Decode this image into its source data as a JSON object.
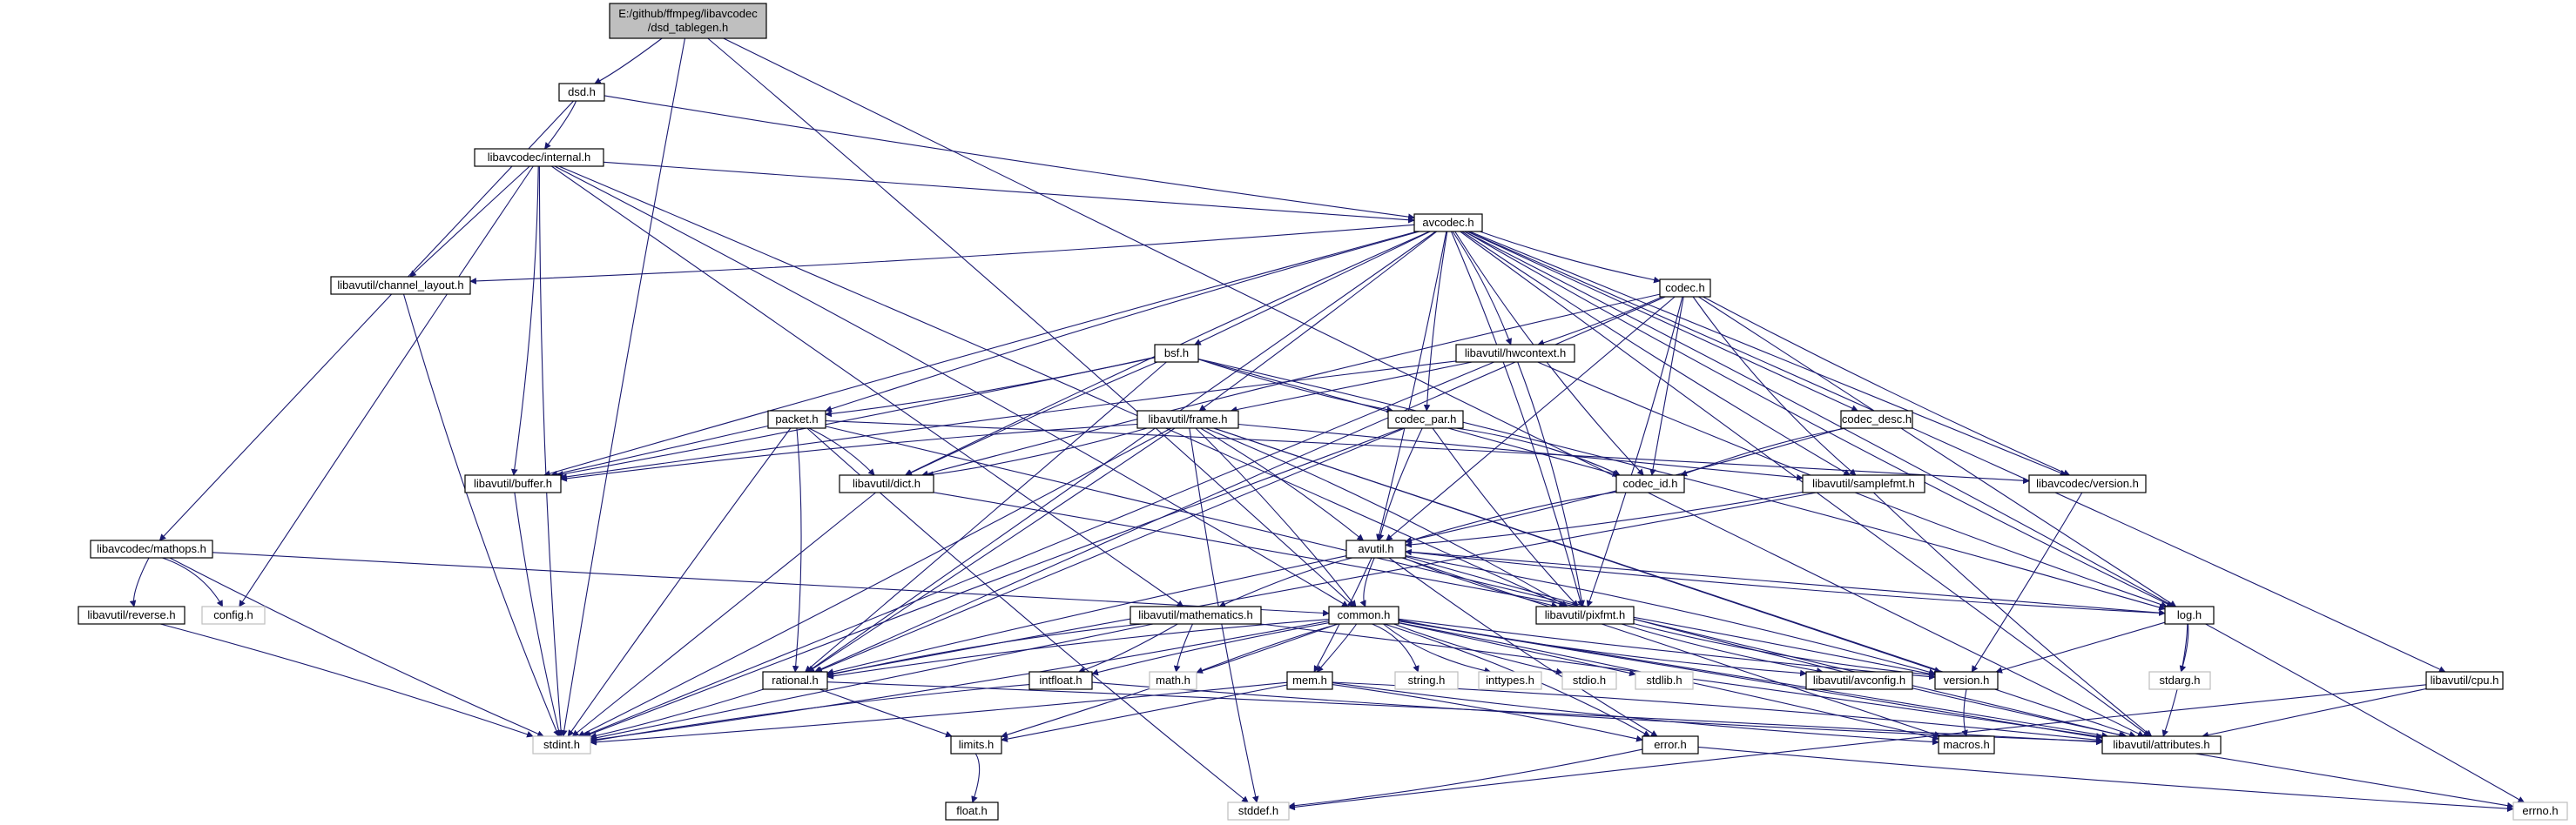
{
  "graph": {
    "nodes": [
      {
        "id": "root",
        "lines": [
          "E:/github/ffmpeg/libavcodec",
          "/dsd_tablegen.h"
        ],
        "kind": "root"
      },
      {
        "id": "dsd",
        "lines": [
          "dsd.h"
        ],
        "kind": "doc"
      },
      {
        "id": "internal",
        "lines": [
          "libavcodec/internal.h"
        ],
        "kind": "doc"
      },
      {
        "id": "avcodec",
        "lines": [
          "avcodec.h"
        ],
        "kind": "doc"
      },
      {
        "id": "channel_layout",
        "lines": [
          "libavutil/channel_layout.h"
        ],
        "kind": "doc"
      },
      {
        "id": "codec",
        "lines": [
          "codec.h"
        ],
        "kind": "doc"
      },
      {
        "id": "bsf",
        "lines": [
          "bsf.h"
        ],
        "kind": "doc"
      },
      {
        "id": "hwcontext",
        "lines": [
          "libavutil/hwcontext.h"
        ],
        "kind": "doc"
      },
      {
        "id": "packet",
        "lines": [
          "packet.h"
        ],
        "kind": "doc"
      },
      {
        "id": "frame",
        "lines": [
          "libavutil/frame.h"
        ],
        "kind": "doc"
      },
      {
        "id": "codec_par",
        "lines": [
          "codec_par.h"
        ],
        "kind": "doc"
      },
      {
        "id": "codec_desc",
        "lines": [
          "codec_desc.h"
        ],
        "kind": "doc"
      },
      {
        "id": "buffer",
        "lines": [
          "libavutil/buffer.h"
        ],
        "kind": "doc"
      },
      {
        "id": "dict",
        "lines": [
          "libavutil/dict.h"
        ],
        "kind": "doc"
      },
      {
        "id": "codec_id",
        "lines": [
          "codec_id.h"
        ],
        "kind": "doc"
      },
      {
        "id": "samplefmt",
        "lines": [
          "libavutil/samplefmt.h"
        ],
        "kind": "doc"
      },
      {
        "id": "version_codec",
        "lines": [
          "libavcodec/version.h"
        ],
        "kind": "doc"
      },
      {
        "id": "mathops",
        "lines": [
          "libavcodec/mathops.h"
        ],
        "kind": "doc"
      },
      {
        "id": "config",
        "lines": [
          "config.h"
        ],
        "kind": "sys"
      },
      {
        "id": "avutil",
        "lines": [
          "avutil.h"
        ],
        "kind": "doc"
      },
      {
        "id": "reverse",
        "lines": [
          "libavutil/reverse.h"
        ],
        "kind": "doc"
      },
      {
        "id": "mathematics",
        "lines": [
          "libavutil/mathematics.h"
        ],
        "kind": "doc"
      },
      {
        "id": "common",
        "lines": [
          "common.h"
        ],
        "kind": "doc"
      },
      {
        "id": "pixfmt",
        "lines": [
          "libavutil/pixfmt.h"
        ],
        "kind": "doc"
      },
      {
        "id": "log",
        "lines": [
          "log.h"
        ],
        "kind": "doc"
      },
      {
        "id": "rational",
        "lines": [
          "rational.h"
        ],
        "kind": "doc"
      },
      {
        "id": "intfloat",
        "lines": [
          "intfloat.h"
        ],
        "kind": "doc"
      },
      {
        "id": "math",
        "lines": [
          "math.h"
        ],
        "kind": "sys"
      },
      {
        "id": "mem",
        "lines": [
          "mem.h"
        ],
        "kind": "doc"
      },
      {
        "id": "string",
        "lines": [
          "string.h"
        ],
        "kind": "sys"
      },
      {
        "id": "inttypes",
        "lines": [
          "inttypes.h"
        ],
        "kind": "sys"
      },
      {
        "id": "stdio",
        "lines": [
          "stdio.h"
        ],
        "kind": "sys"
      },
      {
        "id": "stdlib",
        "lines": [
          "stdlib.h"
        ],
        "kind": "sys"
      },
      {
        "id": "avconfig",
        "lines": [
          "libavutil/avconfig.h"
        ],
        "kind": "doc"
      },
      {
        "id": "version",
        "lines": [
          "version.h"
        ],
        "kind": "doc"
      },
      {
        "id": "stdarg",
        "lines": [
          "stdarg.h"
        ],
        "kind": "sys"
      },
      {
        "id": "cpu",
        "lines": [
          "libavutil/cpu.h"
        ],
        "kind": "doc"
      },
      {
        "id": "stdint",
        "lines": [
          "stdint.h"
        ],
        "kind": "sys"
      },
      {
        "id": "limits",
        "lines": [
          "limits.h"
        ],
        "kind": "doc"
      },
      {
        "id": "error",
        "lines": [
          "error.h"
        ],
        "kind": "doc"
      },
      {
        "id": "macros",
        "lines": [
          "macros.h"
        ],
        "kind": "doc"
      },
      {
        "id": "attributes",
        "lines": [
          "libavutil/attributes.h"
        ],
        "kind": "doc"
      },
      {
        "id": "float",
        "lines": [
          "float.h"
        ],
        "kind": "doc"
      },
      {
        "id": "stddef",
        "lines": [
          "stddef.h"
        ],
        "kind": "sys"
      },
      {
        "id": "errno",
        "lines": [
          "errno.h"
        ],
        "kind": "sys"
      }
    ],
    "edges": [
      [
        "root",
        "dsd"
      ],
      [
        "root",
        "stdint"
      ],
      [
        "root",
        "attributes"
      ],
      [
        "root",
        "common"
      ],
      [
        "dsd",
        "internal"
      ],
      [
        "dsd",
        "mathops"
      ],
      [
        "dsd",
        "avcodec"
      ],
      [
        "internal",
        "avcodec"
      ],
      [
        "internal",
        "channel_layout"
      ],
      [
        "internal",
        "buffer"
      ],
      [
        "internal",
        "stdint"
      ],
      [
        "internal",
        "config"
      ],
      [
        "internal",
        "mathematics"
      ],
      [
        "internal",
        "pixfmt"
      ],
      [
        "internal",
        "common"
      ],
      [
        "avcodec",
        "channel_layout"
      ],
      [
        "avcodec",
        "codec"
      ],
      [
        "avcodec",
        "bsf"
      ],
      [
        "avcodec",
        "hwcontext"
      ],
      [
        "avcodec",
        "packet"
      ],
      [
        "avcodec",
        "frame"
      ],
      [
        "avcodec",
        "codec_par"
      ],
      [
        "avcodec",
        "codec_desc"
      ],
      [
        "avcodec",
        "buffer"
      ],
      [
        "avcodec",
        "dict"
      ],
      [
        "avcodec",
        "codec_id"
      ],
      [
        "avcodec",
        "samplefmt"
      ],
      [
        "avcodec",
        "version_codec"
      ],
      [
        "avcodec",
        "avutil"
      ],
      [
        "avcodec",
        "pixfmt"
      ],
      [
        "avcodec",
        "log"
      ],
      [
        "avcodec",
        "rational"
      ],
      [
        "avcodec",
        "attributes"
      ],
      [
        "avcodec",
        "cpu"
      ],
      [
        "avcodec",
        "errno"
      ],
      [
        "channel_layout",
        "stdint"
      ],
      [
        "codec",
        "hwcontext"
      ],
      [
        "codec",
        "codec_id"
      ],
      [
        "codec",
        "avutil"
      ],
      [
        "codec",
        "pixfmt"
      ],
      [
        "codec",
        "samplefmt"
      ],
      [
        "codec",
        "version_codec"
      ],
      [
        "codec",
        "log"
      ],
      [
        "codec",
        "rational"
      ],
      [
        "codec",
        "dict"
      ],
      [
        "bsf",
        "packet"
      ],
      [
        "bsf",
        "codec_par"
      ],
      [
        "bsf",
        "codec_id"
      ],
      [
        "bsf",
        "dict"
      ],
      [
        "bsf",
        "log"
      ],
      [
        "bsf",
        "rational"
      ],
      [
        "bsf",
        "buffer"
      ],
      [
        "hwcontext",
        "frame"
      ],
      [
        "hwcontext",
        "buffer"
      ],
      [
        "hwcontext",
        "pixfmt"
      ],
      [
        "hwcontext",
        "log"
      ],
      [
        "hwcontext",
        "stdint"
      ],
      [
        "packet",
        "buffer"
      ],
      [
        "packet",
        "dict"
      ],
      [
        "packet",
        "rational"
      ],
      [
        "packet",
        "stdint"
      ],
      [
        "packet",
        "stddef"
      ],
      [
        "packet",
        "attributes"
      ],
      [
        "packet",
        "version_codec"
      ],
      [
        "frame",
        "buffer"
      ],
      [
        "frame",
        "dict"
      ],
      [
        "frame",
        "rational"
      ],
      [
        "frame",
        "samplefmt"
      ],
      [
        "frame",
        "avutil"
      ],
      [
        "frame",
        "pixfmt"
      ],
      [
        "frame",
        "stdint"
      ],
      [
        "frame",
        "stddef"
      ],
      [
        "frame",
        "version"
      ],
      [
        "frame",
        "common"
      ],
      [
        "codec_par",
        "codec_id"
      ],
      [
        "codec_par",
        "avutil"
      ],
      [
        "codec_par",
        "pixfmt"
      ],
      [
        "codec_par",
        "rational"
      ],
      [
        "codec_par",
        "stdint"
      ],
      [
        "codec_desc",
        "codec_id"
      ],
      [
        "codec_desc",
        "avutil"
      ],
      [
        "buffer",
        "stdint"
      ],
      [
        "dict",
        "stdint"
      ],
      [
        "dict",
        "version"
      ],
      [
        "codec_id",
        "avutil"
      ],
      [
        "samplefmt",
        "avutil"
      ],
      [
        "samplefmt",
        "attributes"
      ],
      [
        "samplefmt",
        "rational"
      ],
      [
        "version_codec",
        "version"
      ],
      [
        "mathops",
        "config"
      ],
      [
        "mathops",
        "reverse"
      ],
      [
        "mathops",
        "stdint"
      ],
      [
        "mathops",
        "common"
      ],
      [
        "reverse",
        "stdint"
      ],
      [
        "avutil",
        "mathematics"
      ],
      [
        "avutil",
        "common"
      ],
      [
        "avutil",
        "pixfmt"
      ],
      [
        "avutil",
        "log"
      ],
      [
        "avutil",
        "rational"
      ],
      [
        "avutil",
        "version"
      ],
      [
        "avutil",
        "attributes"
      ],
      [
        "avutil",
        "error"
      ],
      [
        "avutil",
        "macros"
      ],
      [
        "avutil",
        "mem"
      ],
      [
        "mathematics",
        "rational"
      ],
      [
        "mathematics",
        "intfloat"
      ],
      [
        "mathematics",
        "math"
      ],
      [
        "mathematics",
        "stdint"
      ],
      [
        "mathematics",
        "attributes"
      ],
      [
        "common",
        "string"
      ],
      [
        "common",
        "inttypes"
      ],
      [
        "common",
        "stdio"
      ],
      [
        "common",
        "stdlib"
      ],
      [
        "common",
        "math"
      ],
      [
        "common",
        "mem"
      ],
      [
        "common",
        "avconfig"
      ],
      [
        "common",
        "version"
      ],
      [
        "common",
        "attributes"
      ],
      [
        "common",
        "macros"
      ],
      [
        "common",
        "error"
      ],
      [
        "common",
        "stdint"
      ],
      [
        "common",
        "limits"
      ],
      [
        "common",
        "errno"
      ],
      [
        "common",
        "intfloat"
      ],
      [
        "common",
        "rational"
      ],
      [
        "pixfmt",
        "version"
      ],
      [
        "pixfmt",
        "avconfig"
      ],
      [
        "log",
        "version"
      ],
      [
        "log",
        "stdarg"
      ],
      [
        "log",
        "attributes"
      ],
      [
        "log",
        "avutil"
      ],
      [
        "rational",
        "stdint"
      ],
      [
        "rational",
        "limits"
      ],
      [
        "rational",
        "attributes"
      ],
      [
        "intfloat",
        "stdint"
      ],
      [
        "intfloat",
        "attributes"
      ],
      [
        "mem",
        "stdint"
      ],
      [
        "mem",
        "limits"
      ],
      [
        "mem",
        "error"
      ],
      [
        "mem",
        "attributes"
      ],
      [
        "mem",
        "macros"
      ],
      [
        "version",
        "macros"
      ],
      [
        "cpu",
        "attributes"
      ],
      [
        "cpu",
        "stddef"
      ],
      [
        "limits",
        "float"
      ],
      [
        "error",
        "stddef"
      ],
      [
        "error",
        "errno"
      ],
      [
        "frame",
        "attributes"
      ]
    ]
  }
}
